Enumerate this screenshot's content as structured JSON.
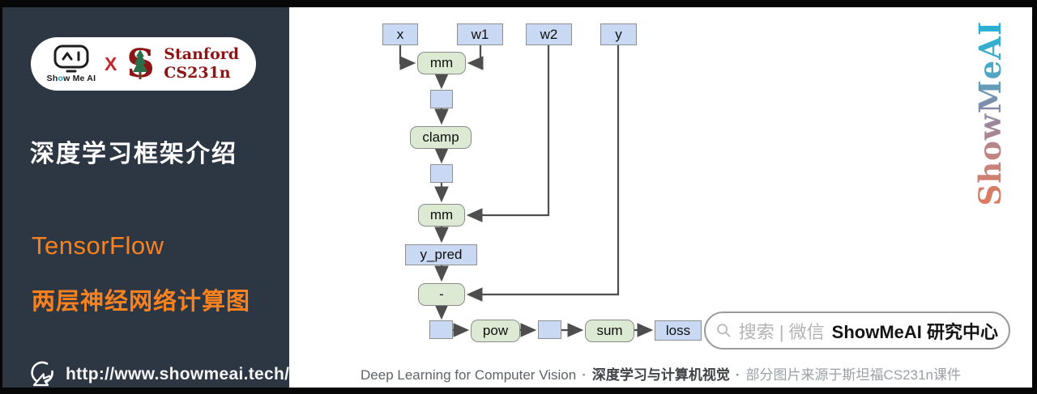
{
  "sidebar": {
    "logo": {
      "brand_pre": "Sh",
      "brand_o": "o",
      "brand_post": "w Me AI",
      "x_sep": "X",
      "stanford_s": "S",
      "stanford_line1": "Stanford",
      "stanford_line2": "CS231n"
    },
    "title": "深度学习框架介绍",
    "framework": "TensorFlow",
    "subtitle": "两层神经网络计算图",
    "url": "http://www.showmeai.tech/"
  },
  "diagram": {
    "nodes": {
      "x": "x",
      "w1": "w1",
      "w2": "w2",
      "y": "y",
      "mm1": "mm",
      "clamp": "clamp",
      "mm2": "mm",
      "y_pred": "y_pred",
      "minus": "-",
      "pow": "pow",
      "sum": "sum",
      "loss": "loss"
    },
    "edges": [
      {
        "from": "x",
        "to": "mm"
      },
      {
        "from": "w1",
        "to": "mm"
      },
      {
        "from": "mm",
        "to": "clamp"
      },
      {
        "from": "clamp",
        "to": "mm"
      },
      {
        "from": "w2",
        "to": "mm"
      },
      {
        "from": "mm",
        "to": "y_pred"
      },
      {
        "from": "y_pred",
        "to": "-"
      },
      {
        "from": "y",
        "to": "-"
      },
      {
        "from": "-",
        "to": "pow"
      },
      {
        "from": "pow",
        "to": "sum"
      },
      {
        "from": "sum",
        "to": "loss"
      }
    ]
  },
  "watermark": {
    "text": "ShowMeAI"
  },
  "search": {
    "placeholder": "搜索 | 微信",
    "brand": "ShowMeAI 研究中心"
  },
  "footer": {
    "en": "Deep Learning for Computer Vision",
    "dot": "·",
    "zh": "深度学习与计算机视觉",
    "credit": "部分图片来源于斯坦福CS231n课件"
  },
  "colors": {
    "sidebar_bg": "#2d3744",
    "accent_orange": "#f9821f",
    "node_blue": "#c9d9f4",
    "node_green": "#dcead3",
    "stanford_red": "#8c1515",
    "watermark_teal": "#1fb2d6",
    "watermark_salmon": "#e0785a"
  }
}
